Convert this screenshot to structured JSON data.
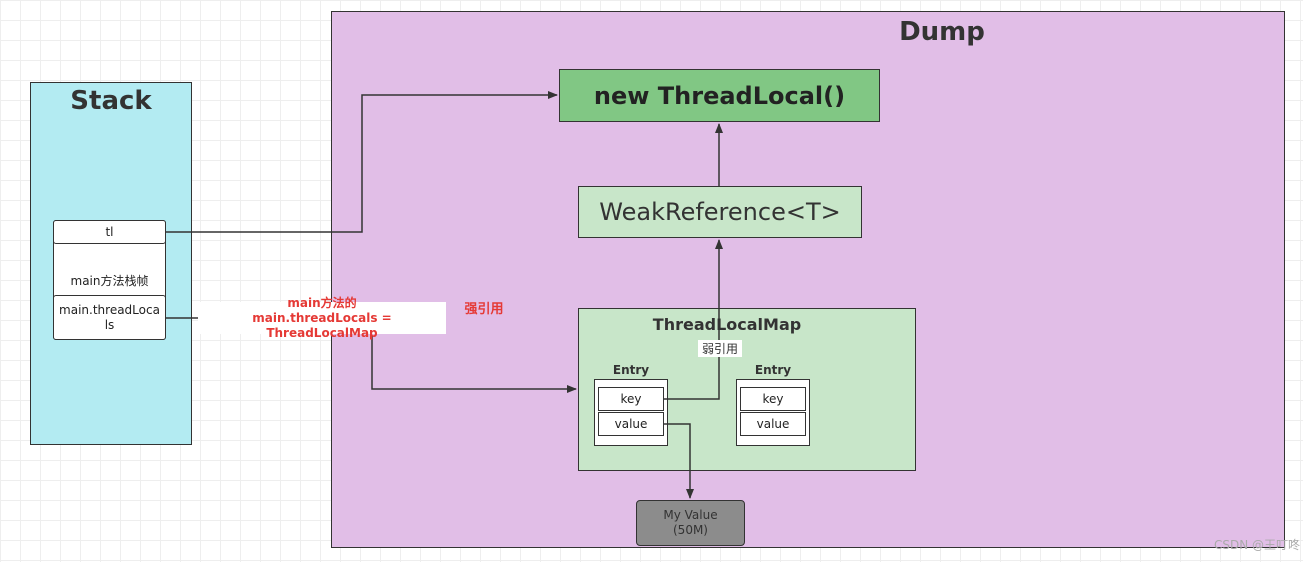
{
  "stack": {
    "title": "Stack",
    "cells": {
      "tl": "tl",
      "frame_label": "main方法栈帧",
      "thread_locals": "main.threadLocals"
    }
  },
  "dump": {
    "title": "Dump",
    "thread_local": "new ThreadLocal()",
    "weak_reference": "WeakReference<T>",
    "map_title": "ThreadLocalMap",
    "entries": [
      {
        "title": "Entry",
        "key": "key",
        "value": "value"
      },
      {
        "title": "Entry",
        "key": "key",
        "value": "value"
      }
    ],
    "my_value": {
      "line1": "My Value",
      "line2": "(50M)"
    }
  },
  "labels": {
    "connector_line1": "main方法的",
    "connector_line2": "main.threadLocals = ThreadLocalMap",
    "strong_ref": "强引用",
    "weak_ref": "弱引用"
  },
  "watermark": "CSDN @王叮咚",
  "colors": {
    "stack_bg": "#b3ebf2",
    "dump_bg": "#e1bee7",
    "thread_local_bg": "#81c784",
    "light_green": "#c8e6c9",
    "my_value_bg": "#8c8c8c",
    "label_red": "#e53935"
  }
}
